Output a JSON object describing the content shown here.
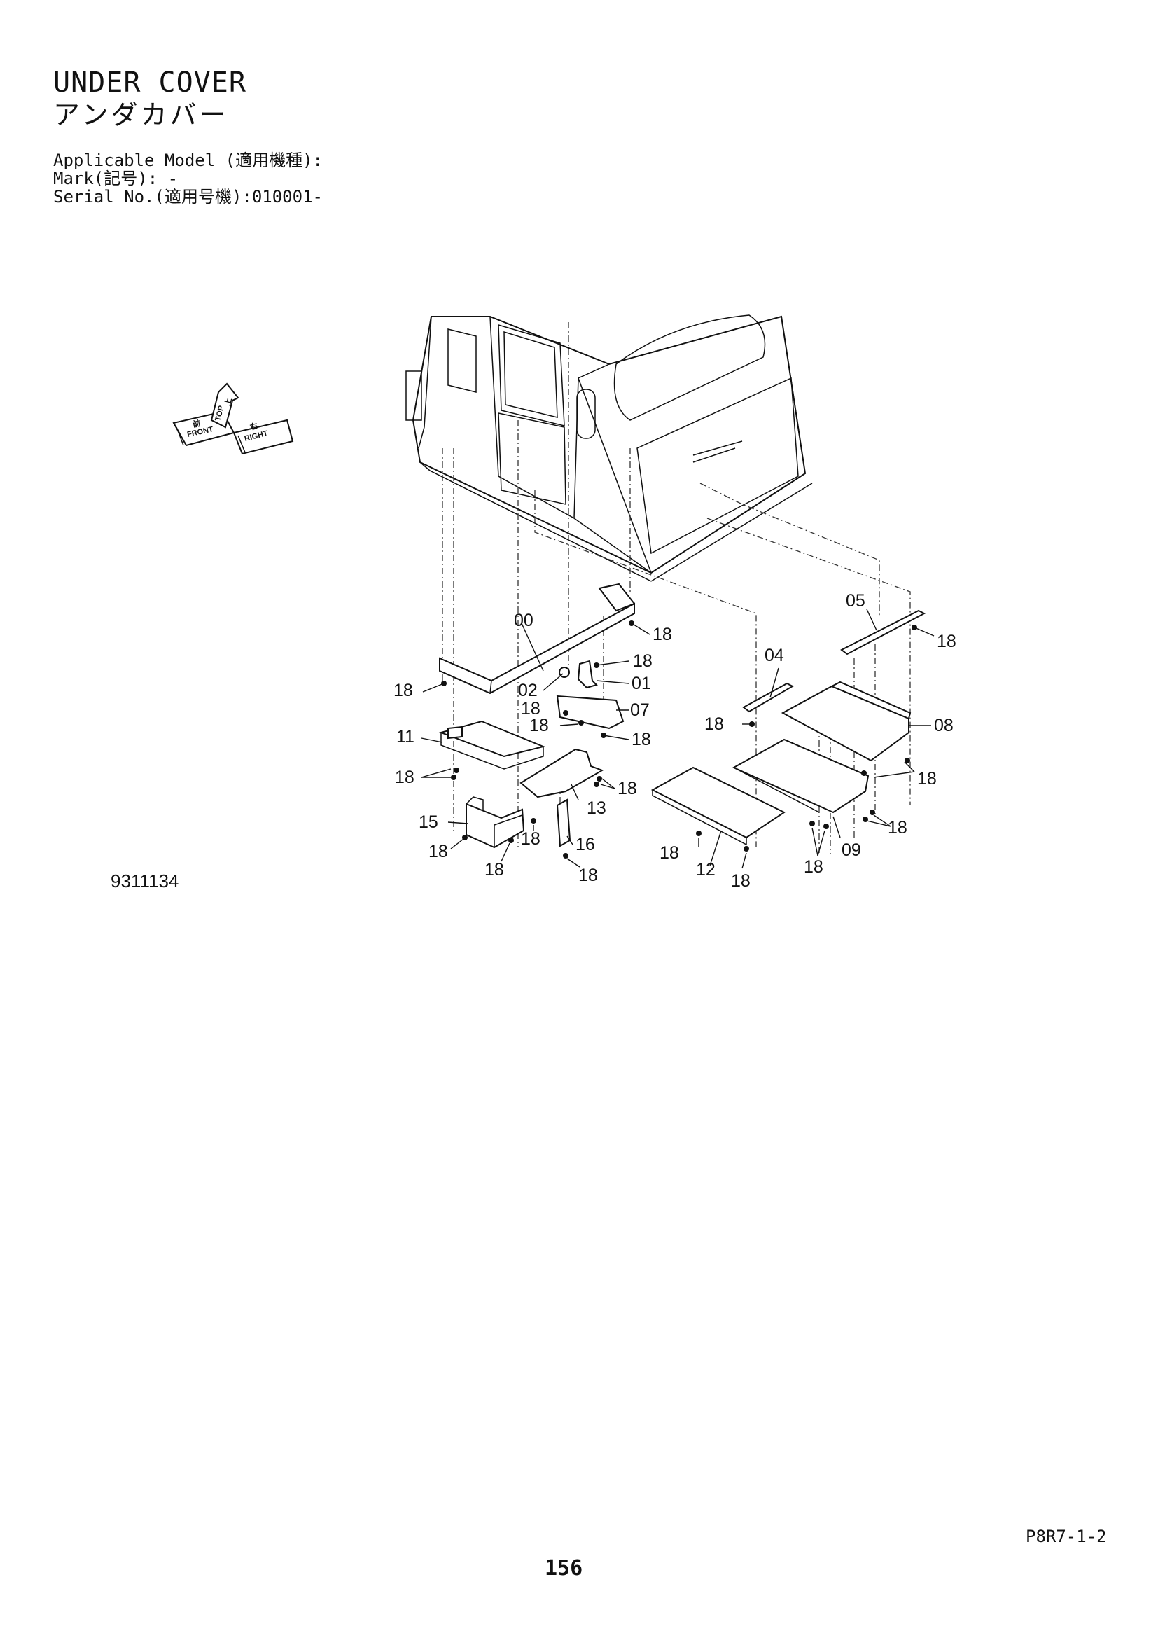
{
  "header": {
    "title": "UNDER COVER",
    "subtitle": "アンダカバー",
    "applicable_model": "Applicable Model (適用機種):",
    "mark": "Mark(記号): -",
    "serial": "Serial No.(適用号機):010001-"
  },
  "compass": {
    "labels": [
      "TOP",
      "FRONT",
      "RIGHT",
      "上",
      "前",
      "右"
    ]
  },
  "diagram": {
    "reference_number": "9311134",
    "callouts": [
      "00",
      "01",
      "02",
      "04",
      "05",
      "07",
      "08",
      "09",
      "11",
      "12",
      "13",
      "15",
      "16",
      "18"
    ]
  },
  "footer": {
    "page_code": "P8R7-1-2",
    "page_number": "156"
  }
}
